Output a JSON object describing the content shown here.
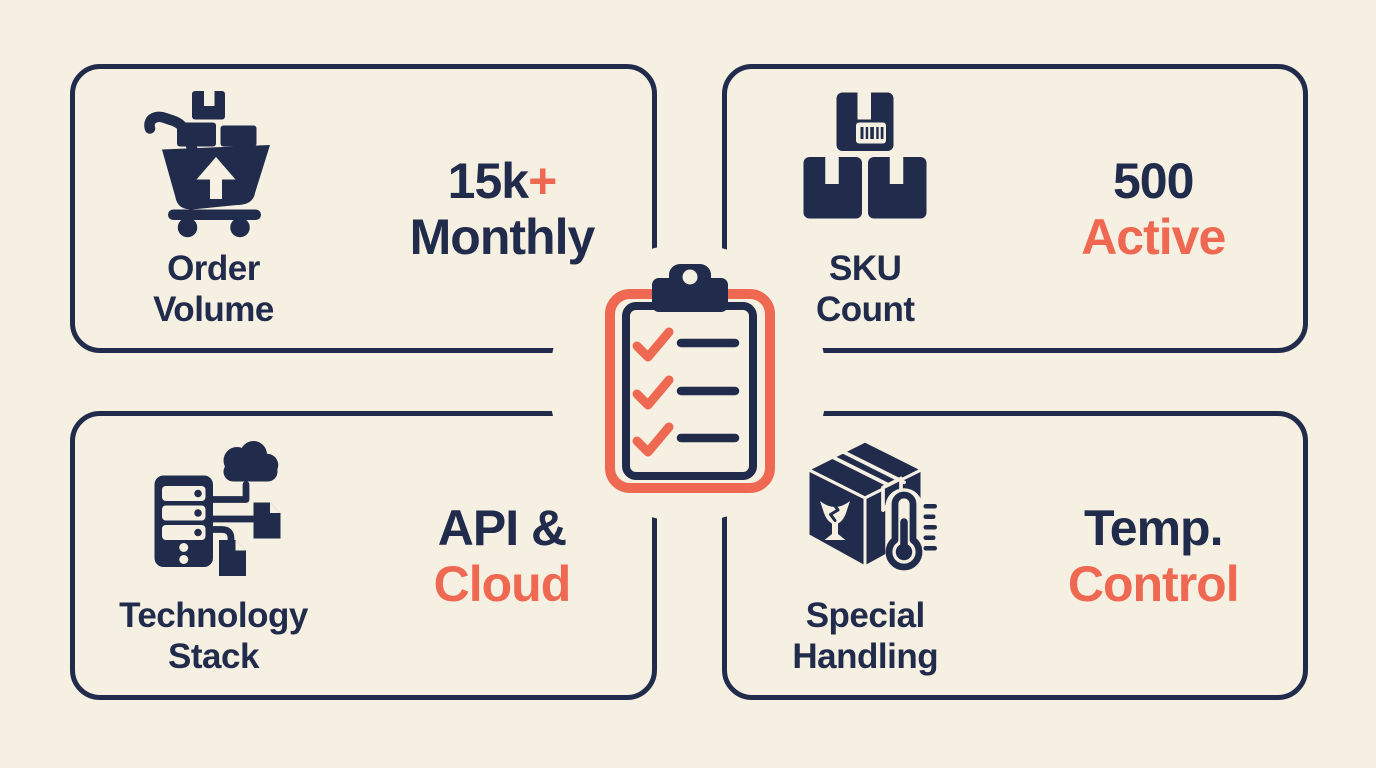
{
  "palette": {
    "background": "#f5f0e2",
    "navy": "#212b4b",
    "coral": "#ee6852"
  },
  "center": {
    "icon": "clipboard-checklist",
    "checklist_rows": 3
  },
  "cards": [
    {
      "id": "order-volume",
      "icon": "shopping-cart-with-boxes",
      "label_line1": "Order",
      "label_line2": "Volume",
      "value_line1_main": "15k",
      "value_line1_accent": "+",
      "value_line2": "Monthly"
    },
    {
      "id": "sku-count",
      "icon": "stacked-boxes-barcode",
      "label_line1": "SKU",
      "label_line2": "Count",
      "value_line1_main": "500",
      "value_line1_accent": "",
      "value_line2": "Active"
    },
    {
      "id": "technology-stack",
      "icon": "server-cloud-files",
      "label_line1": "Technology",
      "label_line2": "Stack",
      "value_line1_main": "API &",
      "value_line1_accent": "",
      "value_line2": "Cloud"
    },
    {
      "id": "special-handling",
      "icon": "fragile-box-thermometer",
      "label_line1": "Special",
      "label_line2": "Handling",
      "value_line1_main": "Temp.",
      "value_line1_accent": "",
      "value_line2": "Control"
    }
  ]
}
